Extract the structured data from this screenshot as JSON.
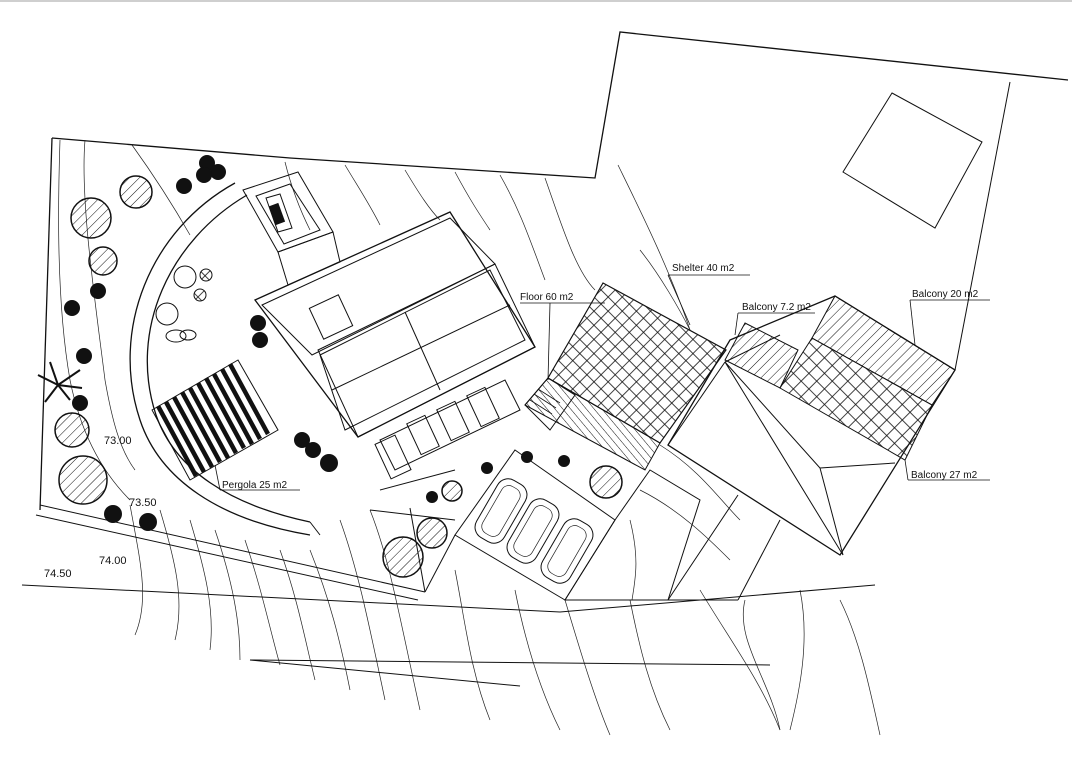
{
  "labels": {
    "shelter": "Shelter 40 m2",
    "floor": "Floor  60 m2",
    "balcony_7": "Balcony 7.2 m2",
    "balcony_20": "Balcony 20 m2",
    "balcony_27": "Balcony 27 m2",
    "pergola": "Pergola 25 m2"
  },
  "elevations": {
    "e7300": "73.00",
    "e7350": "73.50",
    "e7400": "74.00",
    "e7450": "74.50"
  }
}
